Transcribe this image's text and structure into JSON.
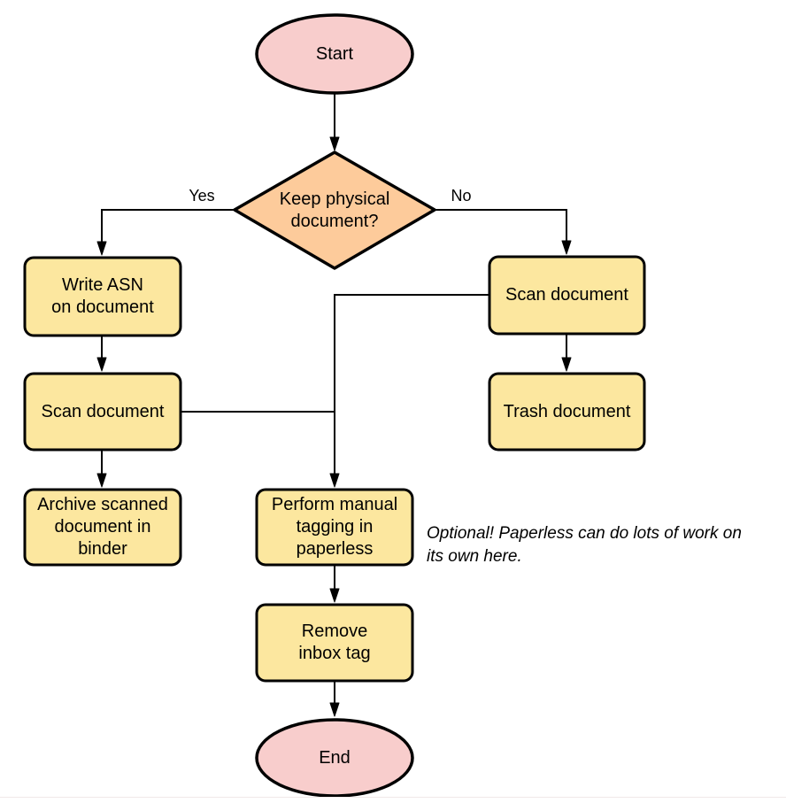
{
  "diagram": {
    "type": "flowchart",
    "nodes": {
      "start": {
        "label": "Start"
      },
      "decision": {
        "label": "Keep physical\ndocument?"
      },
      "write_asn": {
        "label": "Write ASN\non document"
      },
      "scan_left": {
        "label": "Scan document"
      },
      "archive": {
        "label": "Archive scanned\ndocument in\nbinder"
      },
      "scan_right": {
        "label": "Scan document"
      },
      "trash": {
        "label": "Trash document"
      },
      "perform_tagging": {
        "label": "Perform manual\ntagging in\npaperless"
      },
      "remove_inbox": {
        "label": "Remove\ninbox tag"
      },
      "end": {
        "label": "End"
      }
    },
    "edge_labels": {
      "yes": "Yes",
      "no": "No"
    },
    "annotation": {
      "text": "Optional! Paperless can do lots of work on\nits own here."
    },
    "colors": {
      "terminator_fill": "#f8cdcc",
      "decision_fill": "#fdcb9b",
      "process_fill": "#fce79f",
      "stroke": "#000000",
      "text": "#000000"
    }
  }
}
